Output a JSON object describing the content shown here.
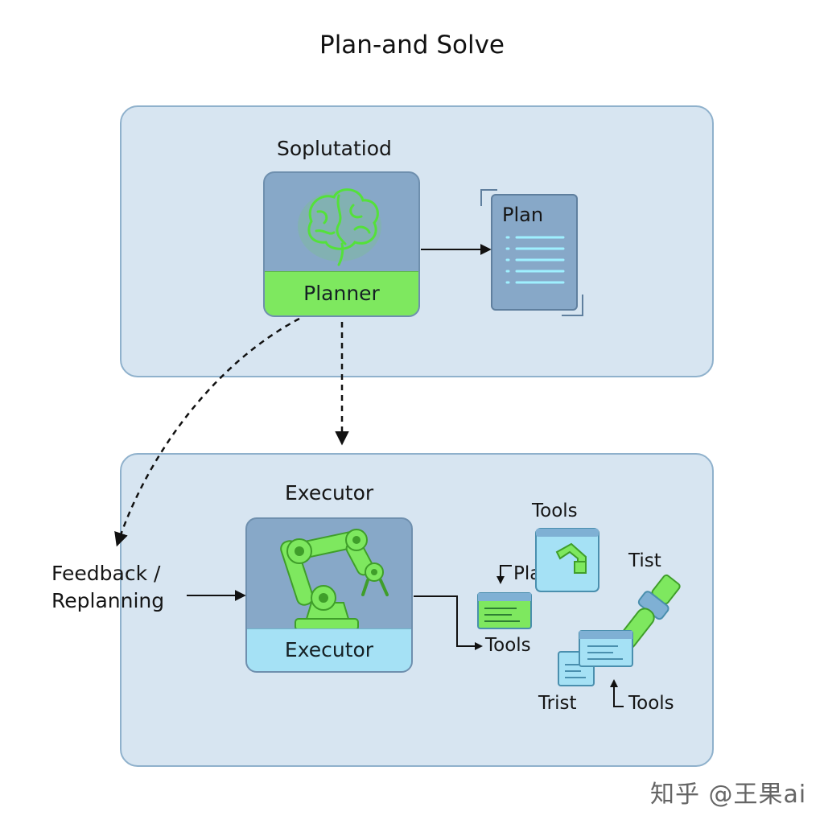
{
  "title": "Plan-and Solve",
  "planning_section": {
    "heading": "Soplutatiod",
    "planner_label": "Planner",
    "plan_label": "Plan"
  },
  "execution_section": {
    "heading": "Executor",
    "executor_label": "Executor",
    "feedback_line1": "Feedback /",
    "feedback_line2": "Replanning",
    "tools_top": "Tools",
    "plan_small": "Plan",
    "tist_label": "Tist",
    "tools_mid": "Tools",
    "trist_label": "Trist",
    "tools_bottom": "Tools"
  },
  "icons": {
    "planner": "brain-icon",
    "executor": "robot-arm-icon",
    "plan": "document-icon"
  },
  "colors": {
    "panel": "#d7e5f1",
    "panel_border": "#8fb1cc",
    "planner_accent": "#7ee85f",
    "executor_accent": "#a5e1f5",
    "node_fill": "#87a8c8"
  },
  "watermark": "知乎 @王果ai"
}
